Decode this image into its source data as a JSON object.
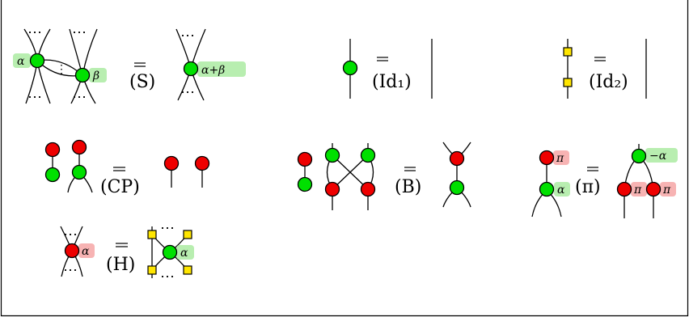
{
  "colors": {
    "green": "#00e000",
    "red": "#ee0000",
    "yellow": "#ffe600",
    "green_phase_bg": "#b8eeb0",
    "red_phase_bg": "#f7b3b3",
    "wire": "#000000"
  },
  "rules": {
    "spider": {
      "label": "(S)",
      "phase_alpha": "α",
      "phase_beta": "β",
      "phase_sum": "α+β",
      "dots": "⋯"
    },
    "identity1": {
      "label": "(Id₁)"
    },
    "identity2": {
      "label": "(Id₂)"
    },
    "copy": {
      "label": "(CP)"
    },
    "bialgebra": {
      "label": "(B)"
    },
    "pi_commutation": {
      "label": "(π)",
      "phase_pi": "π",
      "phase_alpha": "α",
      "phase_neg_alpha": "−α"
    },
    "hadamard": {
      "label": "(H)",
      "phase_alpha": "α",
      "dots": "⋯"
    }
  }
}
